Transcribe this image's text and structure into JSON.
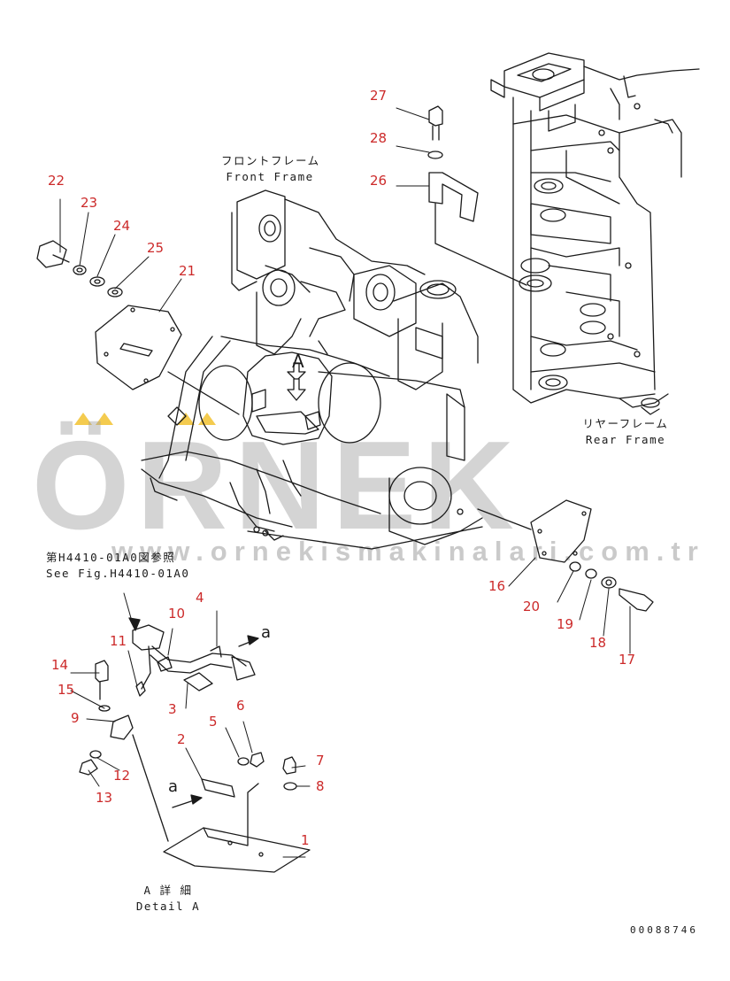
{
  "frame_labels": {
    "front_jp": "フロントフレーム",
    "front_en": "Front Frame",
    "rear_jp": "リヤーフレーム",
    "rear_en": "Rear Frame",
    "detail_jp": "A 詳 細",
    "detail_en": "Detail A",
    "see_jp": "第H4410-01A0図参照",
    "see_en": "See Fig.H4410-01A0",
    "view_a": "A",
    "arrow_a1": "a",
    "arrow_a2": "a"
  },
  "watermark": {
    "brand": "ÖRNEK",
    "url": "www.ornekismakinalari.com.tr"
  },
  "doc_number": "00088746",
  "callouts": [
    "1",
    "2",
    "3",
    "4",
    "5",
    "6",
    "7",
    "8",
    "9",
    "10",
    "11",
    "12",
    "13",
    "14",
    "15",
    "16",
    "17",
    "18",
    "19",
    "20",
    "21",
    "22",
    "23",
    "24",
    "25",
    "26",
    "27",
    "28"
  ],
  "colors": {
    "callout": "#cc2a2a",
    "line": "#1a1a1a",
    "watermark": "#a0a0a0",
    "watermark_accent": "#f2c230"
  }
}
